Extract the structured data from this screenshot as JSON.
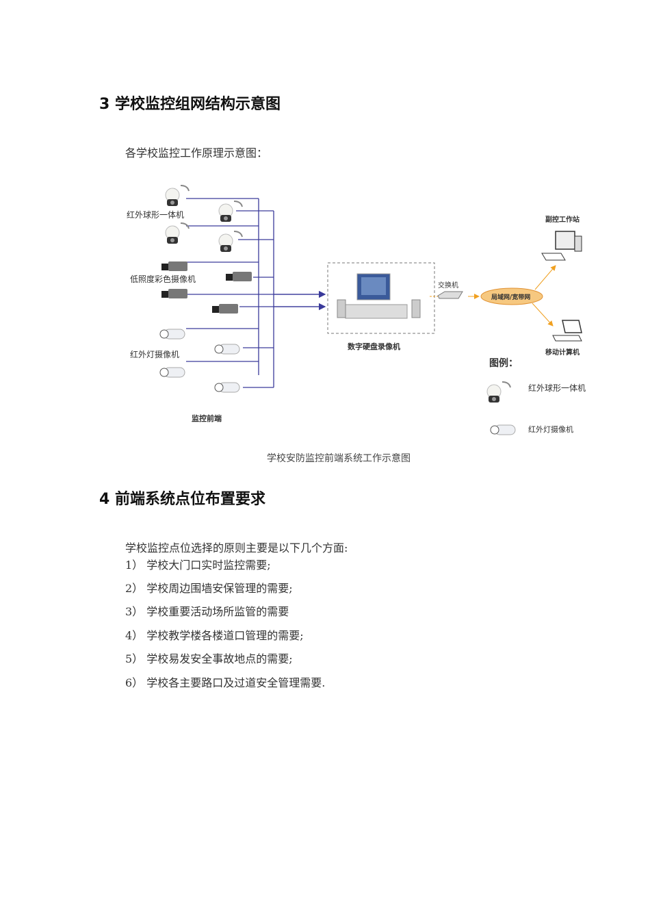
{
  "section3": {
    "heading": "3 学校监控组网结构示意图",
    "intro": "各学校监控工作原理示意图："
  },
  "diagram": {
    "dome_label": "红外球形一体机",
    "box_label": "低照度彩色摄像机",
    "bullet_label": "红外灯摄像机",
    "frontend_label": "监控前端",
    "dvr_label": "数字硬盘录像机",
    "switch_label": "交换机",
    "network_label": "局域网/宽带网",
    "workstation_label": "副控工作站",
    "laptop_label": "移动计算机",
    "legend_title": "图例：",
    "legend_dome": "红外球形一体机",
    "legend_bullet": "红外灯摄像机",
    "line_color": "#3a3a9a",
    "arrow_color": "#f0a020"
  },
  "caption": "学校安防监控前端系统工作示意图",
  "section4": {
    "heading": "4 前端系统点位布置要求",
    "intro": "学校监控点位选择的原则主要是以下几个方面:",
    "items": [
      "1） 学校大门口实时监控需要;",
      "2） 学校周边围墙安保管理的需要;",
      "3） 学校重要活动场所监管的需要",
      "4） 学校教学楼各楼道口管理的需要;",
      "5） 学校易发安全事故地点的需要;",
      "6） 学校各主要路口及过道安全管理需要."
    ]
  }
}
